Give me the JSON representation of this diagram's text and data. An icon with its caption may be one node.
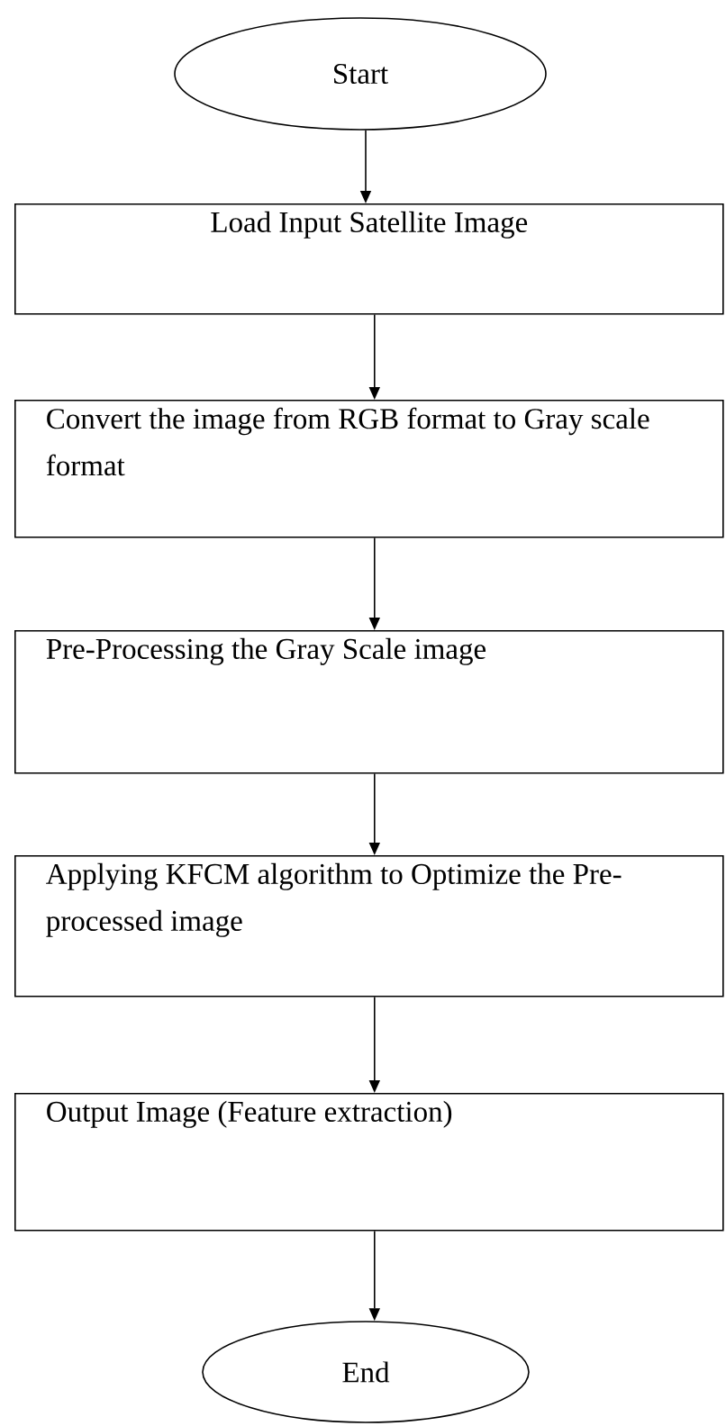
{
  "diagram": {
    "nodes": [
      {
        "text": [
          "Start"
        ]
      },
      {
        "text": [
          "Load Input Satellite Image"
        ]
      },
      {
        "text": [
          "Convert the image from RGB format to Gray scale format"
        ]
      },
      {
        "text": [
          "Pre-Processing the Gray Scale image"
        ]
      },
      {
        "text": [
          "Applying KFCM algorithm to Optimize the Pre- processed image"
        ]
      },
      {
        "text": [
          "Output Image (Feature extraction)"
        ]
      },
      {
        "text": [
          "End"
        ]
      }
    ],
    "edges": [
      {
        "from": 0,
        "to": 1,
        "arrow": "to"
      },
      {
        "from": 1,
        "to": 2,
        "arrow": "to"
      },
      {
        "from": 2,
        "to": 3,
        "arrow": "to"
      },
      {
        "from": 3,
        "to": 4,
        "arrow": "to"
      },
      {
        "from": 4,
        "to": 5,
        "arrow": "to"
      },
      {
        "from": 5,
        "to": 6,
        "arrow": "to"
      }
    ]
  }
}
